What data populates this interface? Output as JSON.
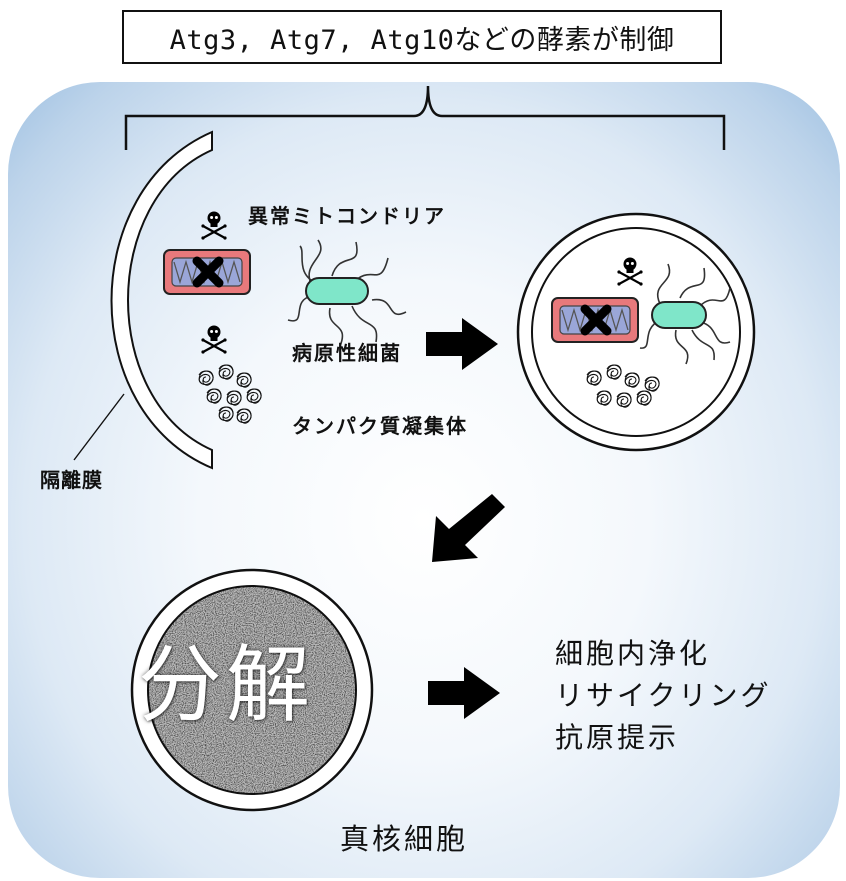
{
  "header": {
    "title": "Atg3, Atg7, Atg10などの酵素が制御"
  },
  "labels": {
    "abnormal_mitochondria": "異常ミトコンドリア",
    "pathogenic_bacteria": "病原性細菌",
    "protein_aggregates": "タンパク質凝集体",
    "isolation_membrane": "隔離膜",
    "decomposition": "分解",
    "eukaryotic_cell": "真核細胞"
  },
  "outcomes": [
    "細胞内浄化",
    "リサイクリング",
    "抗原提示"
  ],
  "colors": {
    "cell_edge": "#9fc1e2",
    "mitochondria_fill": "#e8797c",
    "mitochondria_inner": "#9aa6d8",
    "bacteria_fill": "#7fe6c9",
    "arrow": "#000000"
  },
  "icons": [
    "skull-crossbones-icon",
    "x-mark-icon",
    "bracket-icon",
    "arrow-right-icon",
    "arrow-down-left-icon"
  ]
}
